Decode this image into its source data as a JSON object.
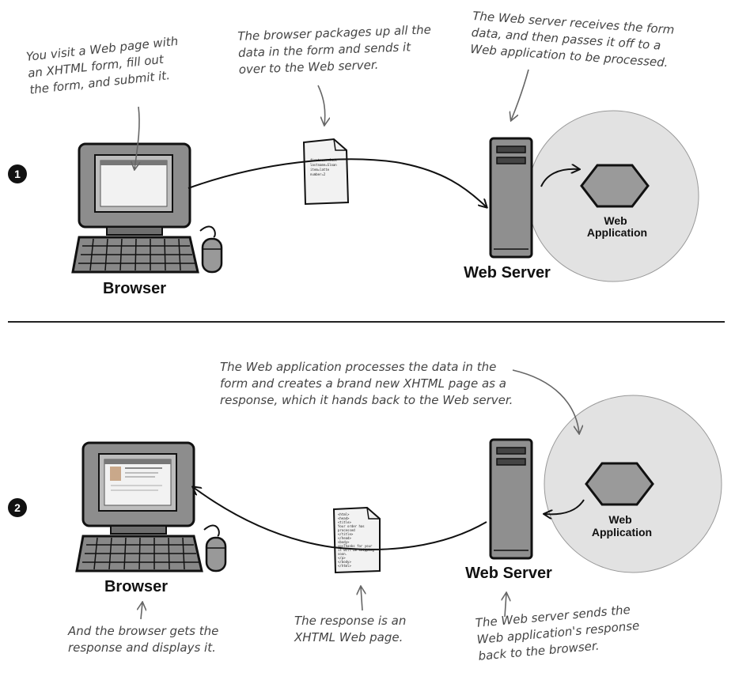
{
  "panel1": {
    "step": "1",
    "note_browser": [
      "You visit a Web page with",
      "an XHTML form, fill out",
      "the form, and submit it."
    ],
    "note_package": [
      "The browser packages up all the",
      "data in the form and sends it",
      "over to the Web server."
    ],
    "note_server": [
      "The Web server receives the form",
      "data, and then passes it off to a",
      "Web application to be processed."
    ],
    "browser_label": "Browser",
    "server_label": "Web Server",
    "app_label": [
      "Web",
      "Application"
    ],
    "form_doc_lines": [
      "firstname=Jack",
      "lastname=Sloan",
      "item=latte",
      "number=2"
    ]
  },
  "panel2": {
    "step": "2",
    "note_app": [
      "The Web application processes the data in the",
      "form and creates a brand new XHTML page as a",
      "response, which it hands back to the Web server."
    ],
    "browser_label": "Browser",
    "server_label": "Web Server",
    "app_label": [
      "Web",
      "Application"
    ],
    "note_browser": [
      "And the browser gets the",
      "response and displays it."
    ],
    "note_response": [
      "The response is an",
      "XHTML Web page."
    ],
    "note_server": [
      "The Web server sends the",
      "Web application's response",
      "back to the browser."
    ],
    "response_doc_lines": [
      "<html>",
      " <head>",
      "  <title>",
      "   Your order has",
      "   processed",
      "  </title>",
      " </head>",
      " <body>",
      " <p>Thanks for your",
      " it will be shipping",
      " soon.",
      "  </p>",
      " </body>",
      "</html>"
    ]
  },
  "colors": {
    "ink": "#111111",
    "device_gray": "#8a8a8a",
    "circle_fill": "#e2e2e2",
    "hex_fill": "#9a9a9a"
  }
}
